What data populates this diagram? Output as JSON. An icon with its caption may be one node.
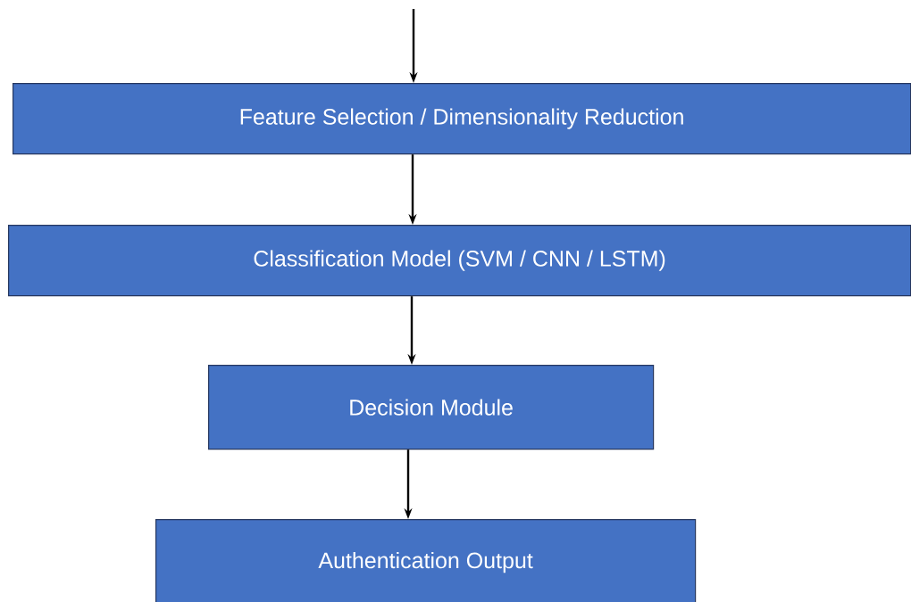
{
  "diagram": {
    "nodes": [
      {
        "text": [
          "Feature Selection / Dimensionality Reduction"
        ]
      },
      {
        "text": [
          "Classification Model (SVM / CNN / LSTM)"
        ]
      },
      {
        "text": [
          "Decision Module"
        ]
      },
      {
        "text": [
          "Authentication Output"
        ]
      }
    ],
    "edges": [
      {
        "from": null,
        "to": 0,
        "arrow": "to"
      },
      {
        "from": 0,
        "to": 1,
        "arrow": "to"
      },
      {
        "from": 1,
        "to": 2,
        "arrow": "to"
      },
      {
        "from": 2,
        "to": 3,
        "arrow": "to"
      }
    ]
  }
}
